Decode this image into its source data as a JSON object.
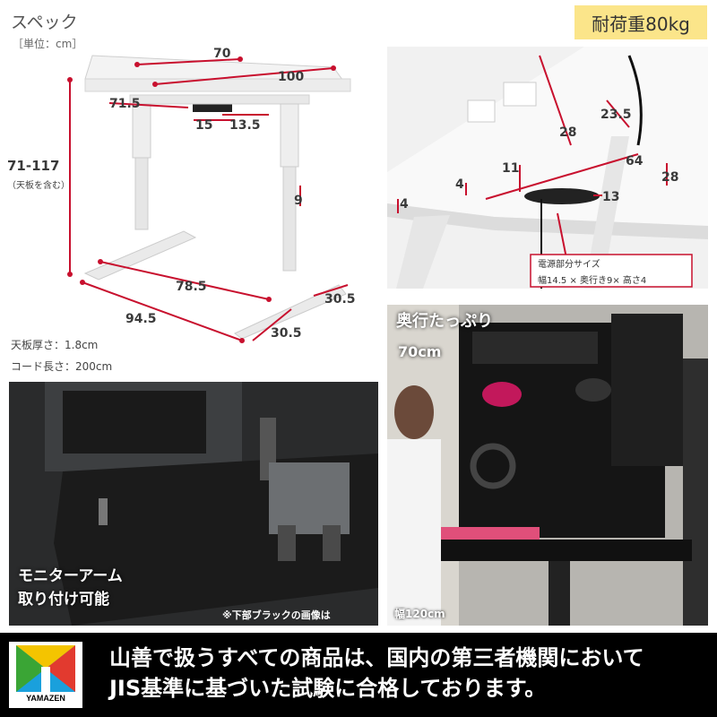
{
  "spec": {
    "title": "スペック",
    "unit": "［単位：cm］",
    "load_badge": "耐荷重80kg",
    "dimensions": {
      "depth": "70",
      "width": "100",
      "top_offset": "71.5",
      "panel_width": "15",
      "panel_offset": "13.5",
      "height_range": "71-117",
      "height_note": "（天板を含む）",
      "leg_width": "9",
      "inner_base": "78.5",
      "outer_base": "94.5",
      "foot_depth_right": "30.5",
      "foot_depth_bottom": "30.5"
    },
    "top_thickness": "天板厚さ：1.8cm",
    "cord_length": "コード長さ：200cm"
  },
  "underside": {
    "dimensions": {
      "a": "28",
      "b": "23.5",
      "c": "11",
      "d": "64",
      "e": "4",
      "f": "13",
      "g": "4",
      "h": "28"
    },
    "power_label": "電源部分サイズ",
    "power_size": "幅14.5 × 奥行き9× 高さ4"
  },
  "arm_photo": {
    "caption_line1": "モニターアーム",
    "caption_line2": "取り付け可能",
    "note": "※下部ブラックの画像は"
  },
  "desk_photo": {
    "caption_line1": "奥行たっぷり",
    "caption_line2": "70cm",
    "width_label": "幅120cm"
  },
  "footer": {
    "line1": "山善で扱うすべての商品は、国内の第三者機関において",
    "line2": "JIS基準に基づいた試験に合格しております。",
    "logo_text": "YAMAZEN"
  },
  "colors": {
    "dimension_line": "#c8102e",
    "badge": "#fbe58a",
    "footer_bg": "#000000",
    "logo_cyan": "#1aa0dc",
    "logo_yellow": "#f4c400",
    "logo_green": "#3aa535",
    "logo_red": "#e23a2f"
  }
}
